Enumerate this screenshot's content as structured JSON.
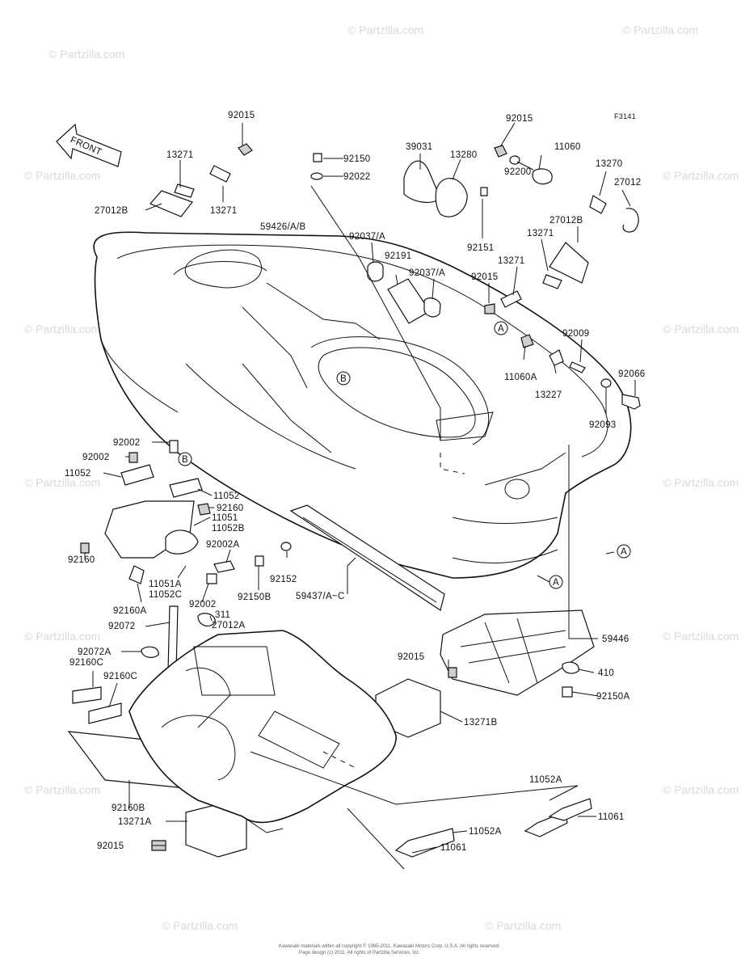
{
  "figure_code": "F3141",
  "front_arrow_label": "FRONT",
  "watermark_text": "© Partzilla.com",
  "footer_lines": [
    "Kawasaki materials within all copyright © 1985-2011. Kawasaki Motors Corp. U.S.A. All rights reserved.",
    "Page design (c) 2011. All rights of Partzilla Services, Inc."
  ],
  "callouts": [
    "A",
    "B"
  ],
  "part_labels": [
    "92015",
    "13271",
    "27012B",
    "13271",
    "92150",
    "92022",
    "39031",
    "13280",
    "92151",
    "59426/A/B",
    "92037/A",
    "92191",
    "92037/A",
    "92015",
    "11060",
    "13270",
    "27012",
    "92200",
    "27012B",
    "13271",
    "13271",
    "92015",
    "92009",
    "11060A",
    "13227",
    "92066",
    "92093",
    "92002",
    "92002",
    "11052",
    "11052",
    "92160",
    "11051",
    "11052B",
    "92160",
    "92002A",
    "92152",
    "92150B",
    "11051A",
    "11052C",
    "92002",
    "92160A",
    "311",
    "27012A",
    "92072",
    "59437/A~C",
    "59446",
    "92072A",
    "92015",
    "410",
    "92160C",
    "92160C",
    "92150A",
    "13271B",
    "92160B",
    "11052A",
    "13271A",
    "11052A",
    "11061",
    "92015",
    "11061"
  ]
}
